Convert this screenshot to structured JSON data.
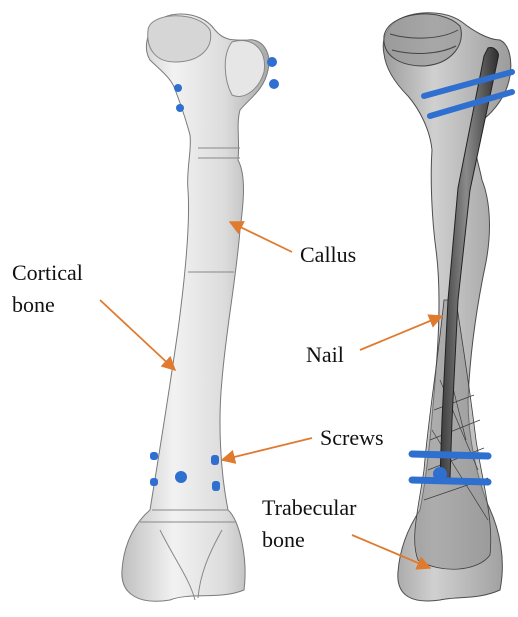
{
  "labels": {
    "cortical_bone_line1": "Cortical",
    "cortical_bone_line2": "bone",
    "callus": "Callus",
    "nail": "Nail",
    "screws": "Screws",
    "trabecular_bone_line1": "Trabecular",
    "trabecular_bone_line2": "bone"
  },
  "colors": {
    "arrow": "#e07a2f",
    "screw": "#2f6fd0",
    "bone_fill": "#d9d9d9",
    "transparent_bone": "#bdbdbd",
    "nail": "#555555"
  }
}
